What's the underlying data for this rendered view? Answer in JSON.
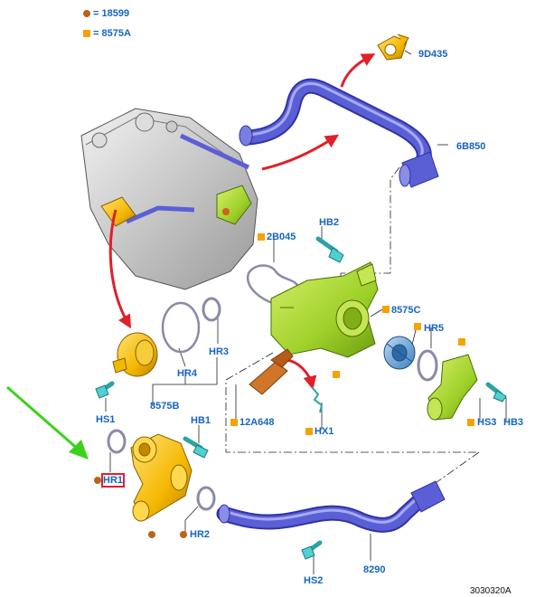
{
  "legend": {
    "dot_label": "= 18599",
    "square_label": "= 8575A"
  },
  "labels": {
    "p9D435": "9D435",
    "p6B850": "6B850",
    "pHB2": "HB2",
    "p2B045": "2B045",
    "p8575C": "8575C",
    "pHR5": "HR5",
    "pHR3": "HR3",
    "pHR4": "HR4",
    "p8575B": "8575B",
    "pHS1": "HS1",
    "p12A648": "12A648",
    "pHX1": "HX1",
    "pHS3": "HS3",
    "pHB3": "HB3",
    "pHB1": "HB1",
    "pHR1": "HR1",
    "pHR2": "HR2",
    "pHS2": "HS2",
    "p8290": "8290",
    "figure_id": "3030320A"
  },
  "colors": {
    "label_blue": "#1565c0",
    "hose_blue": "#5b5fd6",
    "housing_green": "#9fd12a",
    "housing_yellow": "#f5b800",
    "thermostat_blue": "#6fa8dc",
    "arrow_red": "#e0202a",
    "pointer_green": "#3ad21c",
    "legend_dot": "#b8651a",
    "legend_square": "#f4a300"
  }
}
